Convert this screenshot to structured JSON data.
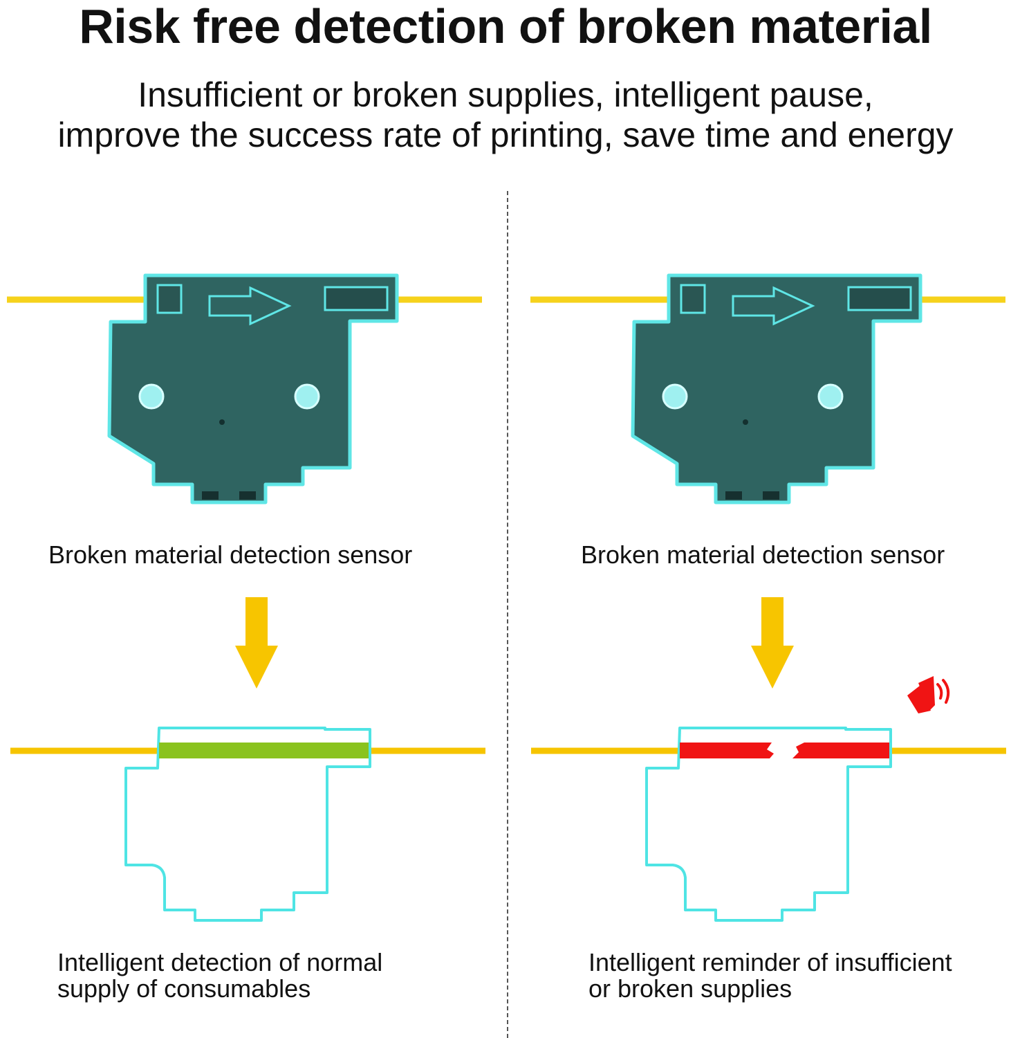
{
  "header": {
    "title": "Risk free detection of broken material",
    "subtitle_line1": "Insufficient or broken supplies, intelligent pause,",
    "subtitle_line2": "improve the success rate of printing, save time and energy"
  },
  "left_panel": {
    "sensor_caption": "Broken material detection sensor",
    "result_caption_line1": "Intelligent detection of normal",
    "result_caption_line2": "supply of consumables",
    "filament_state_color": "#8ac31e"
  },
  "right_panel": {
    "sensor_caption": "Broken material detection sensor",
    "result_caption_line1": "Intelligent reminder of insufficient",
    "result_caption_line2": "or broken supplies",
    "filament_state_color": "#f01414",
    "alert_icon": "speaker-alarm-icon"
  },
  "colors": {
    "filament": "#f6d21c",
    "arrow": "#f7c500",
    "sensor_body": "#2f6461",
    "sensor_glow": "#5fe6e6"
  }
}
